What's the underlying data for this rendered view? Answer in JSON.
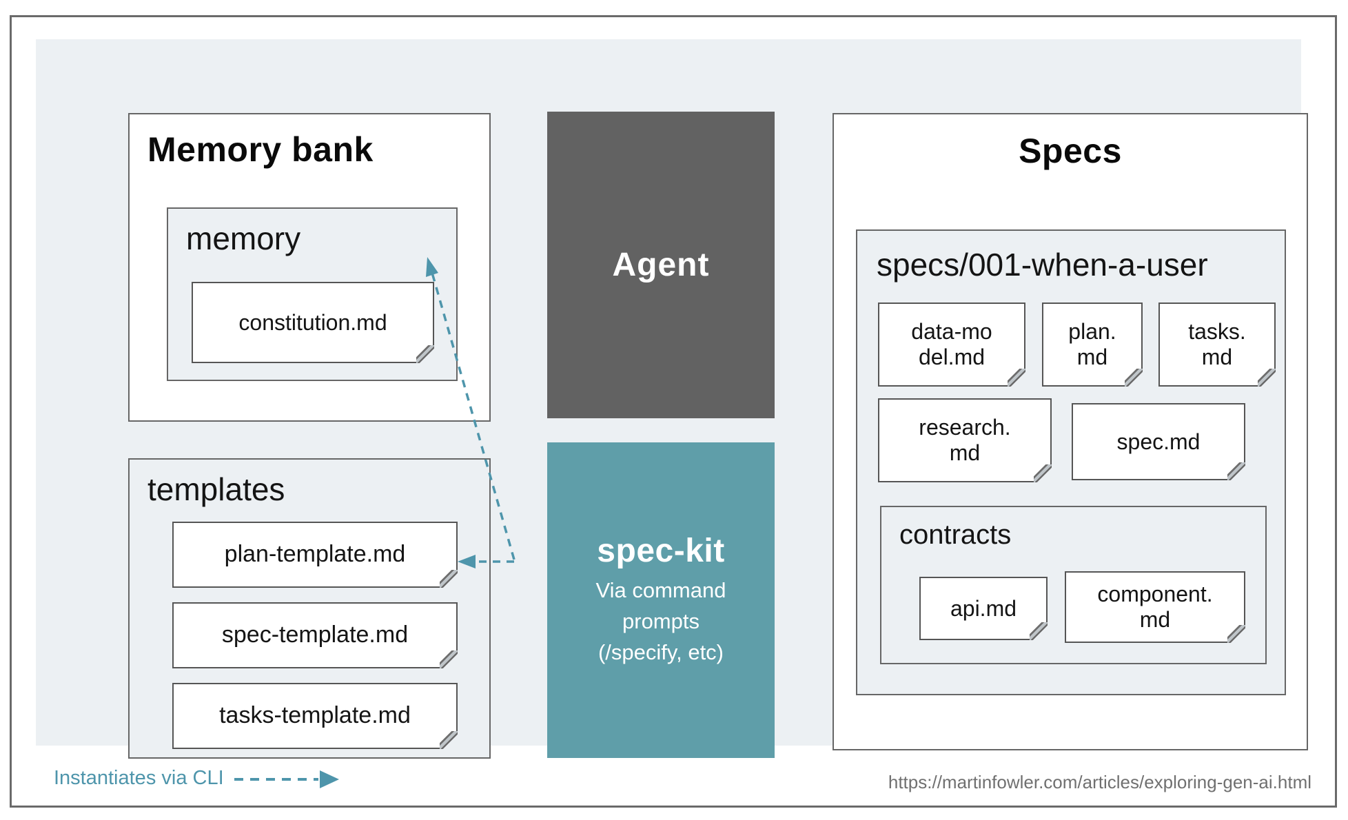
{
  "colors": {
    "page_bg": "#ffffff",
    "container_bg": "#ecf0f3",
    "box_border": "#666666",
    "agent_gray": "#626262",
    "speckit_teal": "#5f9ea9",
    "arrow_teal": "#4e95ab",
    "url_gray": "#707070"
  },
  "memory_bank": {
    "title": "Memory bank",
    "memory": {
      "label": "memory",
      "file": "constitution.md"
    },
    "templates": {
      "label": "templates",
      "files": [
        "plan-template.md",
        "spec-template.md",
        "tasks-template.md"
      ]
    }
  },
  "agent": {
    "label": "Agent"
  },
  "spec_kit": {
    "title": "spec-kit",
    "subtitle": [
      "Via command",
      "prompts",
      "(/specify, etc)"
    ]
  },
  "specs": {
    "title": "Specs",
    "folder": {
      "title": "specs/001-when-a-user",
      "files_row1": [
        [
          "data-mo",
          "del.md"
        ],
        [
          "plan.",
          "md"
        ],
        [
          "tasks.",
          "md"
        ]
      ],
      "files_row2": [
        [
          "research.",
          "md"
        ],
        "spec.md"
      ],
      "contracts": {
        "label": "contracts",
        "files": [
          "api.md",
          [
            "component.",
            "md"
          ]
        ]
      }
    }
  },
  "legend": {
    "text": "Instantiates via CLI"
  },
  "footer": {
    "url": "https://martinfowler.com/articles/exploring-gen-ai.html"
  }
}
